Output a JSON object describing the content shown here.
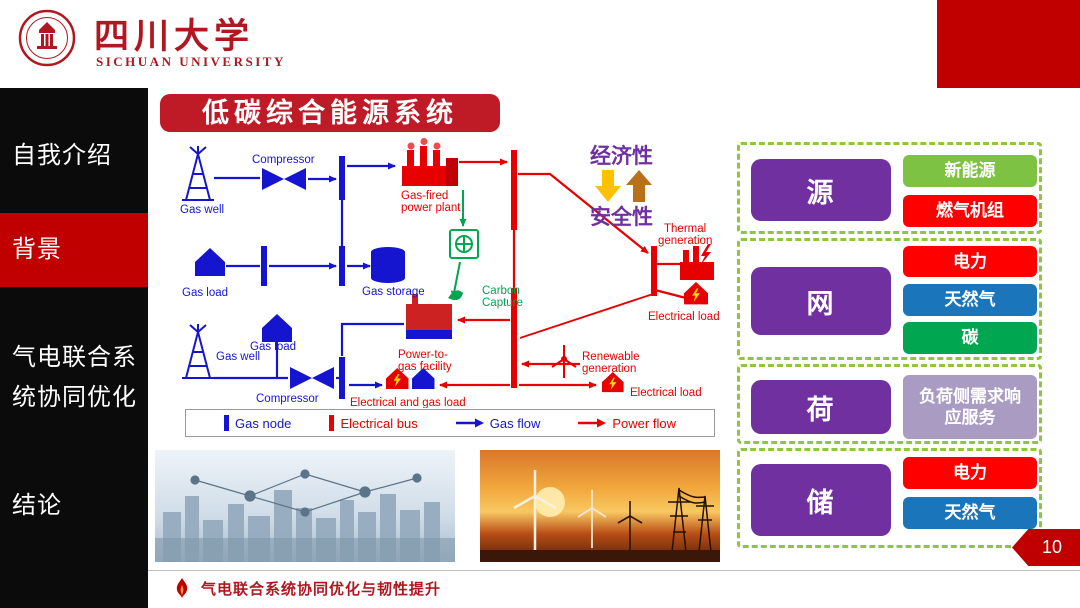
{
  "colors": {
    "brand_red": "#C00000",
    "banner_red": "#BE1B26",
    "group_purple": "#7030A0",
    "dashed_green": "#8FC641",
    "gas_blue": "#1515CF",
    "power_red": "#E60000",
    "carbon_green": "#00A650",
    "economy_arrow_yellow": "#FFC000",
    "safety_arrow_brown": "#B8701A"
  },
  "header": {
    "university_cn": "四川大学",
    "university_en": "SICHUAN UNIVERSITY"
  },
  "sidebar": {
    "items": [
      {
        "label": "自我介绍"
      },
      {
        "label": "背景"
      },
      {
        "label": "气电联合系统协同优化"
      },
      {
        "label": "结论"
      }
    ]
  },
  "title": "低碳综合能源系统",
  "diagram": {
    "labels": {
      "gas_well_top": "Gas well",
      "compressor_top": "Compressor",
      "gas_fired_1": "Gas-fired",
      "gas_fired_2": "power plant",
      "gas_load_left": "Gas load",
      "gas_storage": "Gas storage",
      "gas_well_bottom": "Gas well",
      "gas_load_mid": "Gas load",
      "compressor_bottom": "Compressor",
      "power_to_gas_1": "Power-to-",
      "power_to_gas_2": "gas facility",
      "electrical_and_gas_load": "Electrical and gas load",
      "carbon_capture_1": "Carbon",
      "carbon_capture_2": "Capture",
      "thermal_1": "Thermal",
      "thermal_2": "generation",
      "electrical_load_right": "Electrical load",
      "renewable_1": "Renewable",
      "renewable_2": "generation",
      "electrical_load_bottom": "Electrical load",
      "economy": "经济性",
      "safety": "安全性"
    },
    "legend": {
      "items": [
        {
          "label": "Gas node",
          "color": "#1515CF"
        },
        {
          "label": "Electrical bus",
          "color": "#E60000"
        },
        {
          "label": "Gas flow",
          "color": "#1515CF"
        },
        {
          "label": "Power flow",
          "color": "#E60000"
        }
      ]
    }
  },
  "panel": {
    "groups": [
      {
        "name": "源",
        "tags": [
          {
            "label": "新能源",
            "color": "#7EC243"
          },
          {
            "label": "燃气机组",
            "color": "#FE0000"
          }
        ]
      },
      {
        "name": "网",
        "tags": [
          {
            "label": "电力",
            "color": "#FE0000"
          },
          {
            "label": "天然气",
            "color": "#1B75BB"
          },
          {
            "label": "碳",
            "color": "#00A650"
          }
        ]
      },
      {
        "name": "荷",
        "tags": [
          {
            "label": "负荷侧需求响应服务",
            "color": "#A99BC1"
          }
        ]
      },
      {
        "name": "储",
        "tags": [
          {
            "label": "电力",
            "color": "#FE0000"
          },
          {
            "label": "天然气",
            "color": "#1B75BB"
          }
        ]
      }
    ]
  },
  "footer": {
    "text": "气电联合系统协同优化与韧性提升",
    "page_number": "10"
  }
}
